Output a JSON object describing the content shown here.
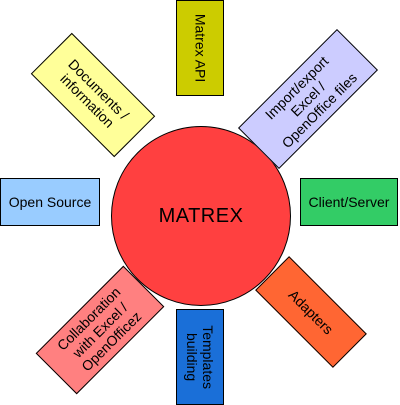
{
  "hub": {
    "label": "MATREX",
    "color": "#ff4040"
  },
  "nodes": {
    "api": {
      "label": "Matrex API",
      "color": "#cccc00"
    },
    "docs": {
      "label": "Documents /\ninformation",
      "color": "#ffff99"
    },
    "import": {
      "label": "Import/export\nExcel /\nOpenOffice files",
      "color": "#ccccff"
    },
    "open_source": {
      "label": "Open Source",
      "color": "#99ccff"
    },
    "client_server": {
      "label": "Client/Server",
      "color": "#33cc66"
    },
    "collab": {
      "label": "Collaboration\nwith Excel /\nOpenOfficez",
      "color": "#ff8080"
    },
    "templates": {
      "label": "Templates\nbuilding",
      "color": "#1a6fd8"
    },
    "adapters": {
      "label": "Adapters",
      "color": "#ff6633"
    }
  }
}
